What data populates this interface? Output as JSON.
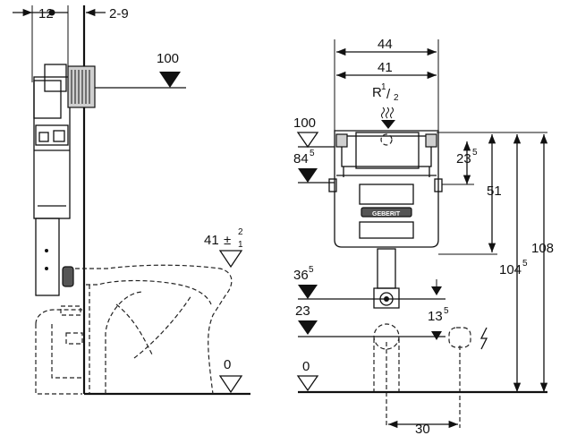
{
  "side_view": {
    "dim_wall_gap": "12",
    "dim_wall_range": "2-9",
    "level_flush": "100",
    "level_seat_main": "41",
    "level_seat_tol_plus": "2",
    "level_seat_tol_minus": "1",
    "level_floor": "0"
  },
  "front_view": {
    "dim_frame_outer": "44",
    "dim_frame_inner": "41",
    "supply_thread_label": "R",
    "supply_thread_sup": "1",
    "supply_thread_sub": "2",
    "brand_text": "GEBERIT",
    "level_100": "100",
    "level_84": "84",
    "level_84_sup": "5",
    "dim_23_main": "23",
    "dim_23_sup": "5",
    "dim_51": "51",
    "dim_108": "108",
    "dim_104_main": "104",
    "dim_104_sup": "5",
    "level_36_main": "36",
    "level_36_sup": "5",
    "level_23": "23",
    "dim_13_main": "13",
    "dim_13_sup": "5",
    "level_0": "0",
    "dim_30": "30"
  },
  "icons": [
    "triangle-level-marker-icon",
    "water-supply-icon",
    "electric-bolt-icon",
    "arrowhead-icon"
  ]
}
